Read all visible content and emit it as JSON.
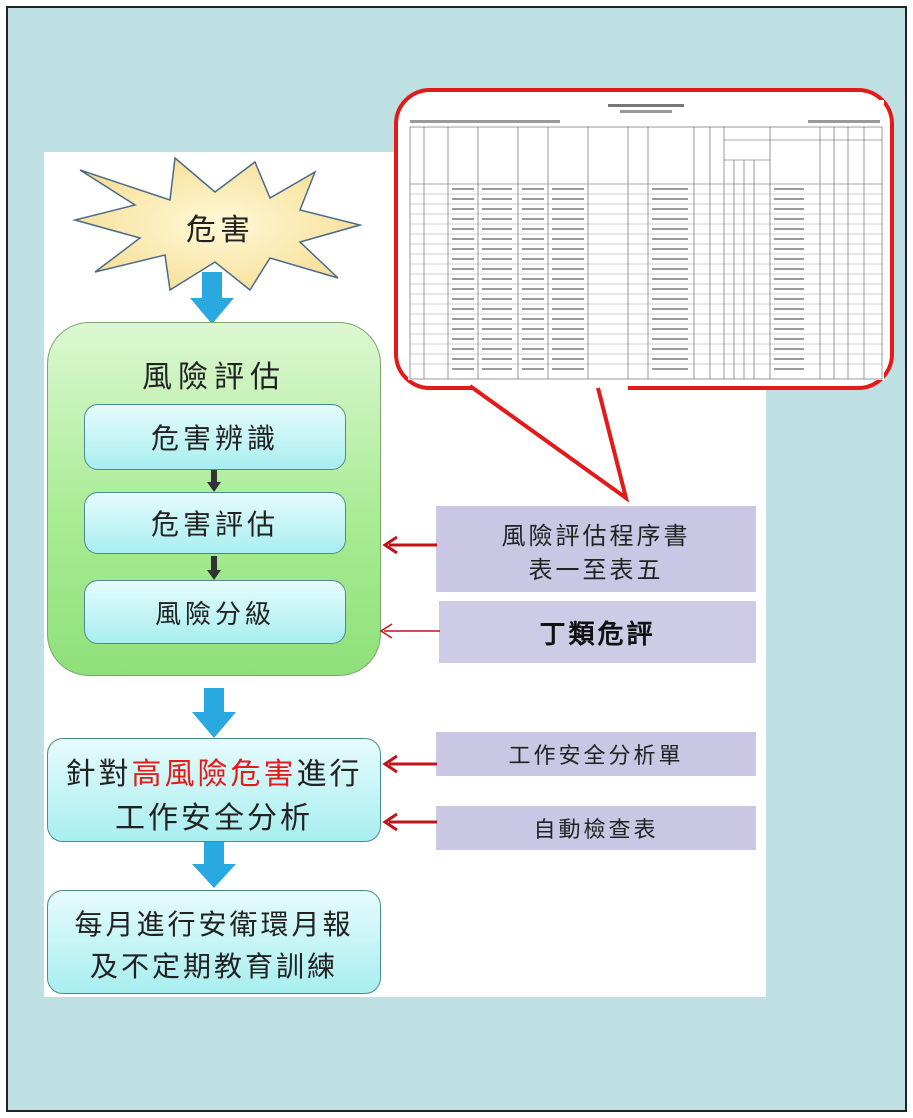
{
  "nodes": {
    "hazard": "危害",
    "risk_assessment": "風險評估",
    "hazard_identification": "危害辨識",
    "hazard_evaluation": "危害評估",
    "risk_grading": "風險分級",
    "jsa_prefix": "針對",
    "jsa_highlight": "高風險危害",
    "jsa_suffix": "進行",
    "jsa_line2": "工作安全分析",
    "monthly_line1": "每月進行安衛環月報",
    "monthly_line2": "及不定期教育訓練"
  },
  "side": {
    "procedure_line1": "風險評估程序書",
    "procedure_line2": "表一至表五",
    "class_d": "丁類危評",
    "jsa_form": "工作安全分析單",
    "checklist": "自動檢查表"
  },
  "colors": {
    "frame_bg": "#bfe0e2",
    "arrow_blue": "#2aa9e0",
    "arrow_red": "#c0141b",
    "highlight_red": "#e31b1b",
    "green_box": "#a9ec95",
    "side_box": "#c9c7e3"
  }
}
